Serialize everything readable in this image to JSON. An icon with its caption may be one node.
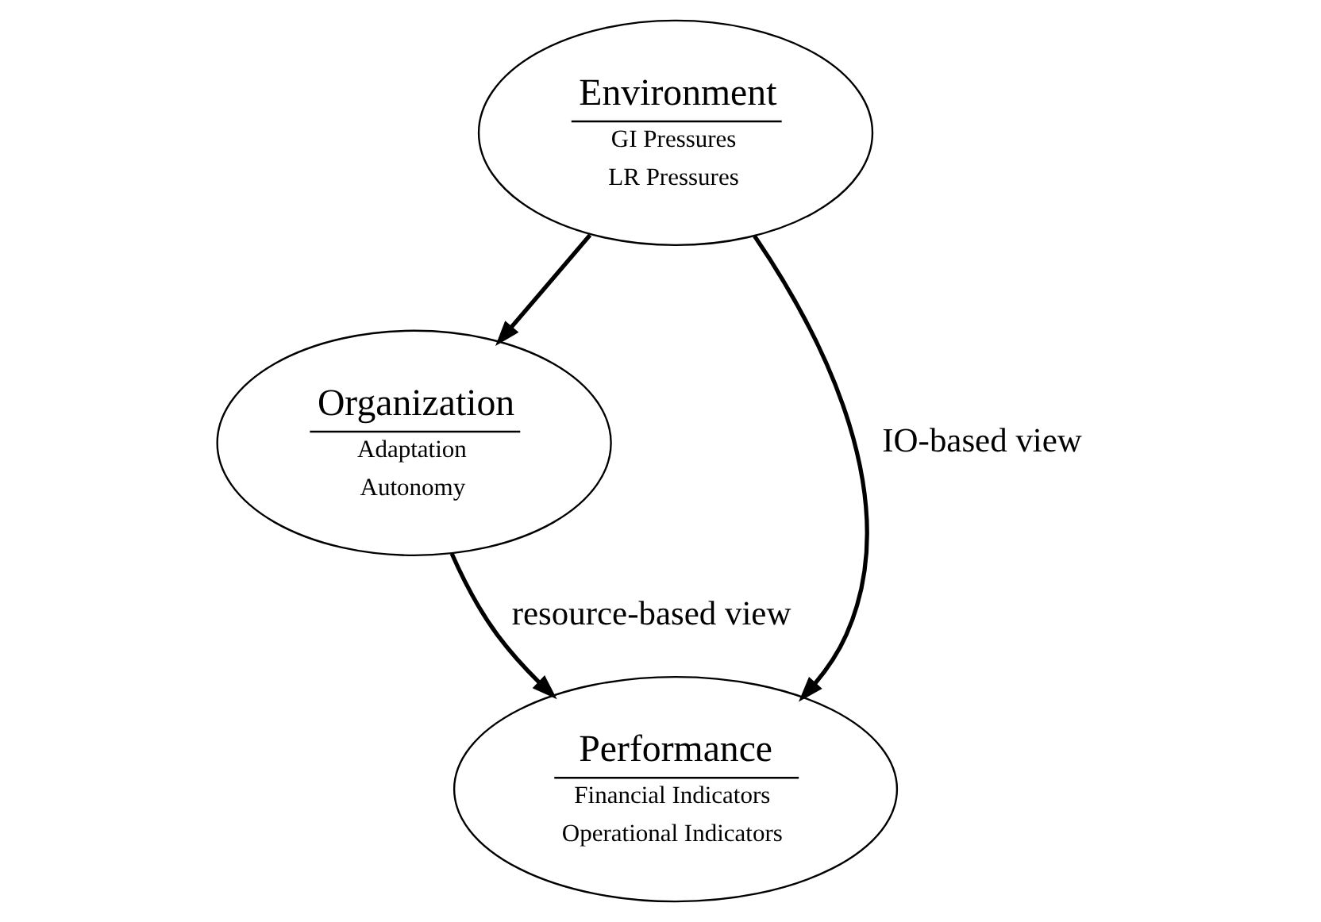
{
  "diagram": {
    "nodes": [
      {
        "text": [
          "Environment",
          "GI Pressures",
          "LR Pressures"
        ]
      },
      {
        "text": [
          "Organization",
          "Adaptation",
          "Autonomy"
        ]
      },
      {
        "text": [
          "Performance",
          "Financial Indicators",
          "Operational Indicators"
        ]
      }
    ],
    "edges": [
      {
        "from": 0,
        "to": 1,
        "arrow": "to"
      },
      {
        "from": 0,
        "to": 2,
        "arrow": "to",
        "label": "IO-based view"
      },
      {
        "from": 1,
        "to": 2,
        "arrow": "to",
        "label": "resource-based view"
      }
    ]
  }
}
